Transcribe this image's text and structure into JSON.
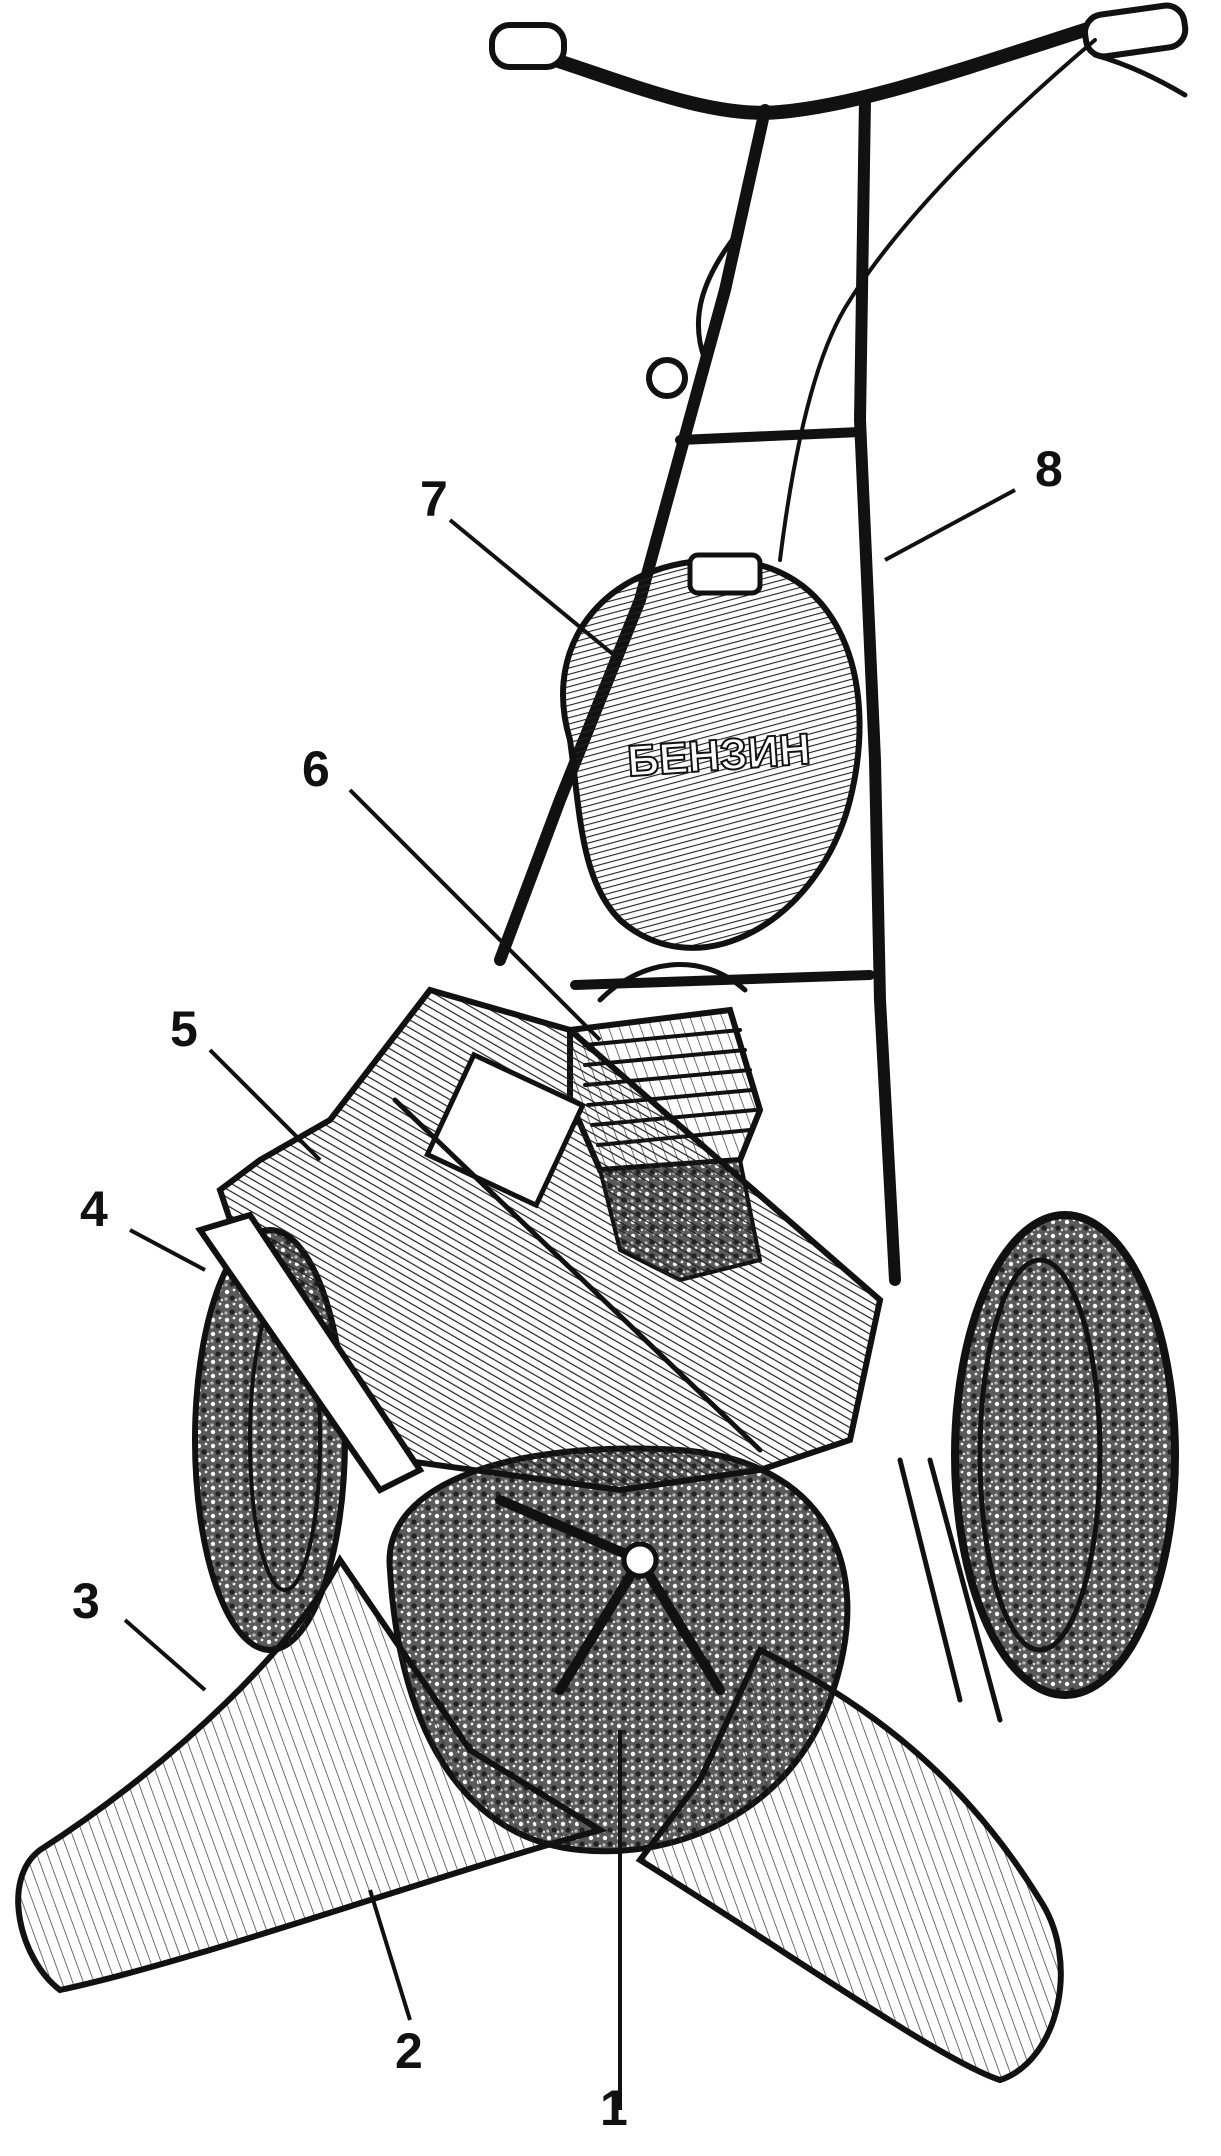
{
  "diagram": {
    "tank_lettering": "БЕНЗИН",
    "callouts": [
      {
        "id": "1",
        "label": "1"
      },
      {
        "id": "2",
        "label": "2"
      },
      {
        "id": "3",
        "label": "3"
      },
      {
        "id": "4",
        "label": "4"
      },
      {
        "id": "5",
        "label": "5"
      },
      {
        "id": "6",
        "label": "6"
      },
      {
        "id": "7",
        "label": "7"
      },
      {
        "id": "8",
        "label": "8"
      }
    ]
  },
  "colors": {
    "ink": "#111111",
    "paper": "#ffffff",
    "shade": "#8a8a8a",
    "dark": "#3a3a3a"
  }
}
